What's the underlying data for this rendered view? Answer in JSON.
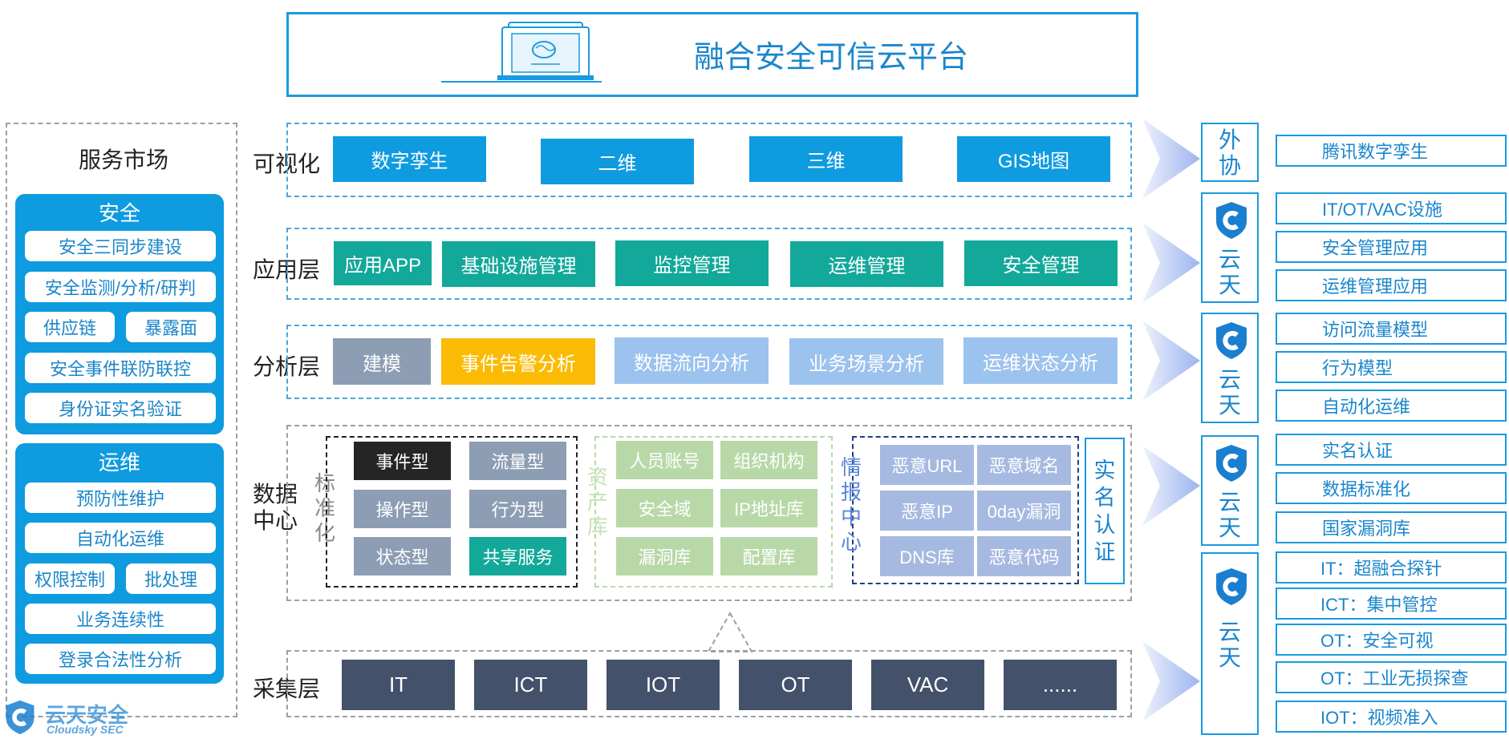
{
  "title": "融合安全可信云平台",
  "market": {
    "title": "服务市场",
    "security": {
      "title": "安全",
      "items": [
        "安全三同步建设",
        "安全监测/分析/研判",
        "供应链",
        "暴露面",
        "安全事件联防联控",
        "身份证实名验证"
      ]
    },
    "ops": {
      "title": "运维",
      "items": [
        "预防性维护",
        "自动化运维",
        "权限控制",
        "批处理",
        "业务连续性",
        "登录合法性分析"
      ]
    }
  },
  "layers": {
    "vis": {
      "label": "可视化",
      "items": [
        "数字孪生",
        "二维",
        "三维",
        "GIS地图"
      ]
    },
    "app": {
      "label": "应用层",
      "items": [
        "应用APP",
        "基础设施管理",
        "监控管理",
        "运维管理",
        "安全管理"
      ]
    },
    "ana": {
      "label": "分析层",
      "items": [
        "建模",
        "事件告警分析",
        "数据流向分析",
        "业务场景分析",
        "运维状态分析"
      ]
    },
    "data": {
      "label_1": "数据",
      "label_2": "中心",
      "standard": {
        "label": [
          "标",
          "准",
          "化"
        ],
        "items": [
          "事件型",
          "流量型",
          "操作型",
          "行为型",
          "状态型",
          "共享服务"
        ]
      },
      "asset": {
        "label": [
          "资",
          "产",
          "库"
        ],
        "items": [
          "人员账号",
          "组织机构",
          "安全域",
          "IP地址库",
          "漏洞库",
          "配置库"
        ]
      },
      "intel": {
        "label": [
          "情",
          "报",
          "中",
          "心"
        ],
        "items": [
          "恶意URL",
          "恶意域名",
          "恶意IP",
          "0day漏洞",
          "DNS库",
          "恶意代码"
        ]
      },
      "realname": [
        "实",
        "名",
        "认",
        "证"
      ]
    },
    "collect": {
      "label": "采集层",
      "items": [
        "IT",
        "ICT",
        "IOT",
        "OT",
        "VAC",
        "......"
      ]
    }
  },
  "right": {
    "partner": {
      "label": [
        "外",
        "协"
      ],
      "items": [
        "腾讯数字孪生"
      ]
    },
    "brand_char_1": "云",
    "brand_char_2": "天",
    "app_items": [
      "IT/OT/VAC设施",
      "安全管理应用",
      "运维管理应用"
    ],
    "ana_items": [
      "访问流量模型",
      "行为模型",
      "自动化运维"
    ],
    "data_items": [
      "实名认证",
      "数据标准化",
      "国家漏洞库"
    ],
    "collect_items": [
      "IT：超融合探针",
      "ICT：集中管控",
      "OT：安全可视",
      "OT：工业无损探查",
      "IOT：视频准入"
    ]
  },
  "logo": {
    "cn": "云天安全",
    "en": "Cloudsky SEC"
  },
  "colors": {
    "accent": "#1a9ae0",
    "teal": "#12a89a",
    "yellow": "#fbbb05",
    "dark": "#44516a"
  }
}
